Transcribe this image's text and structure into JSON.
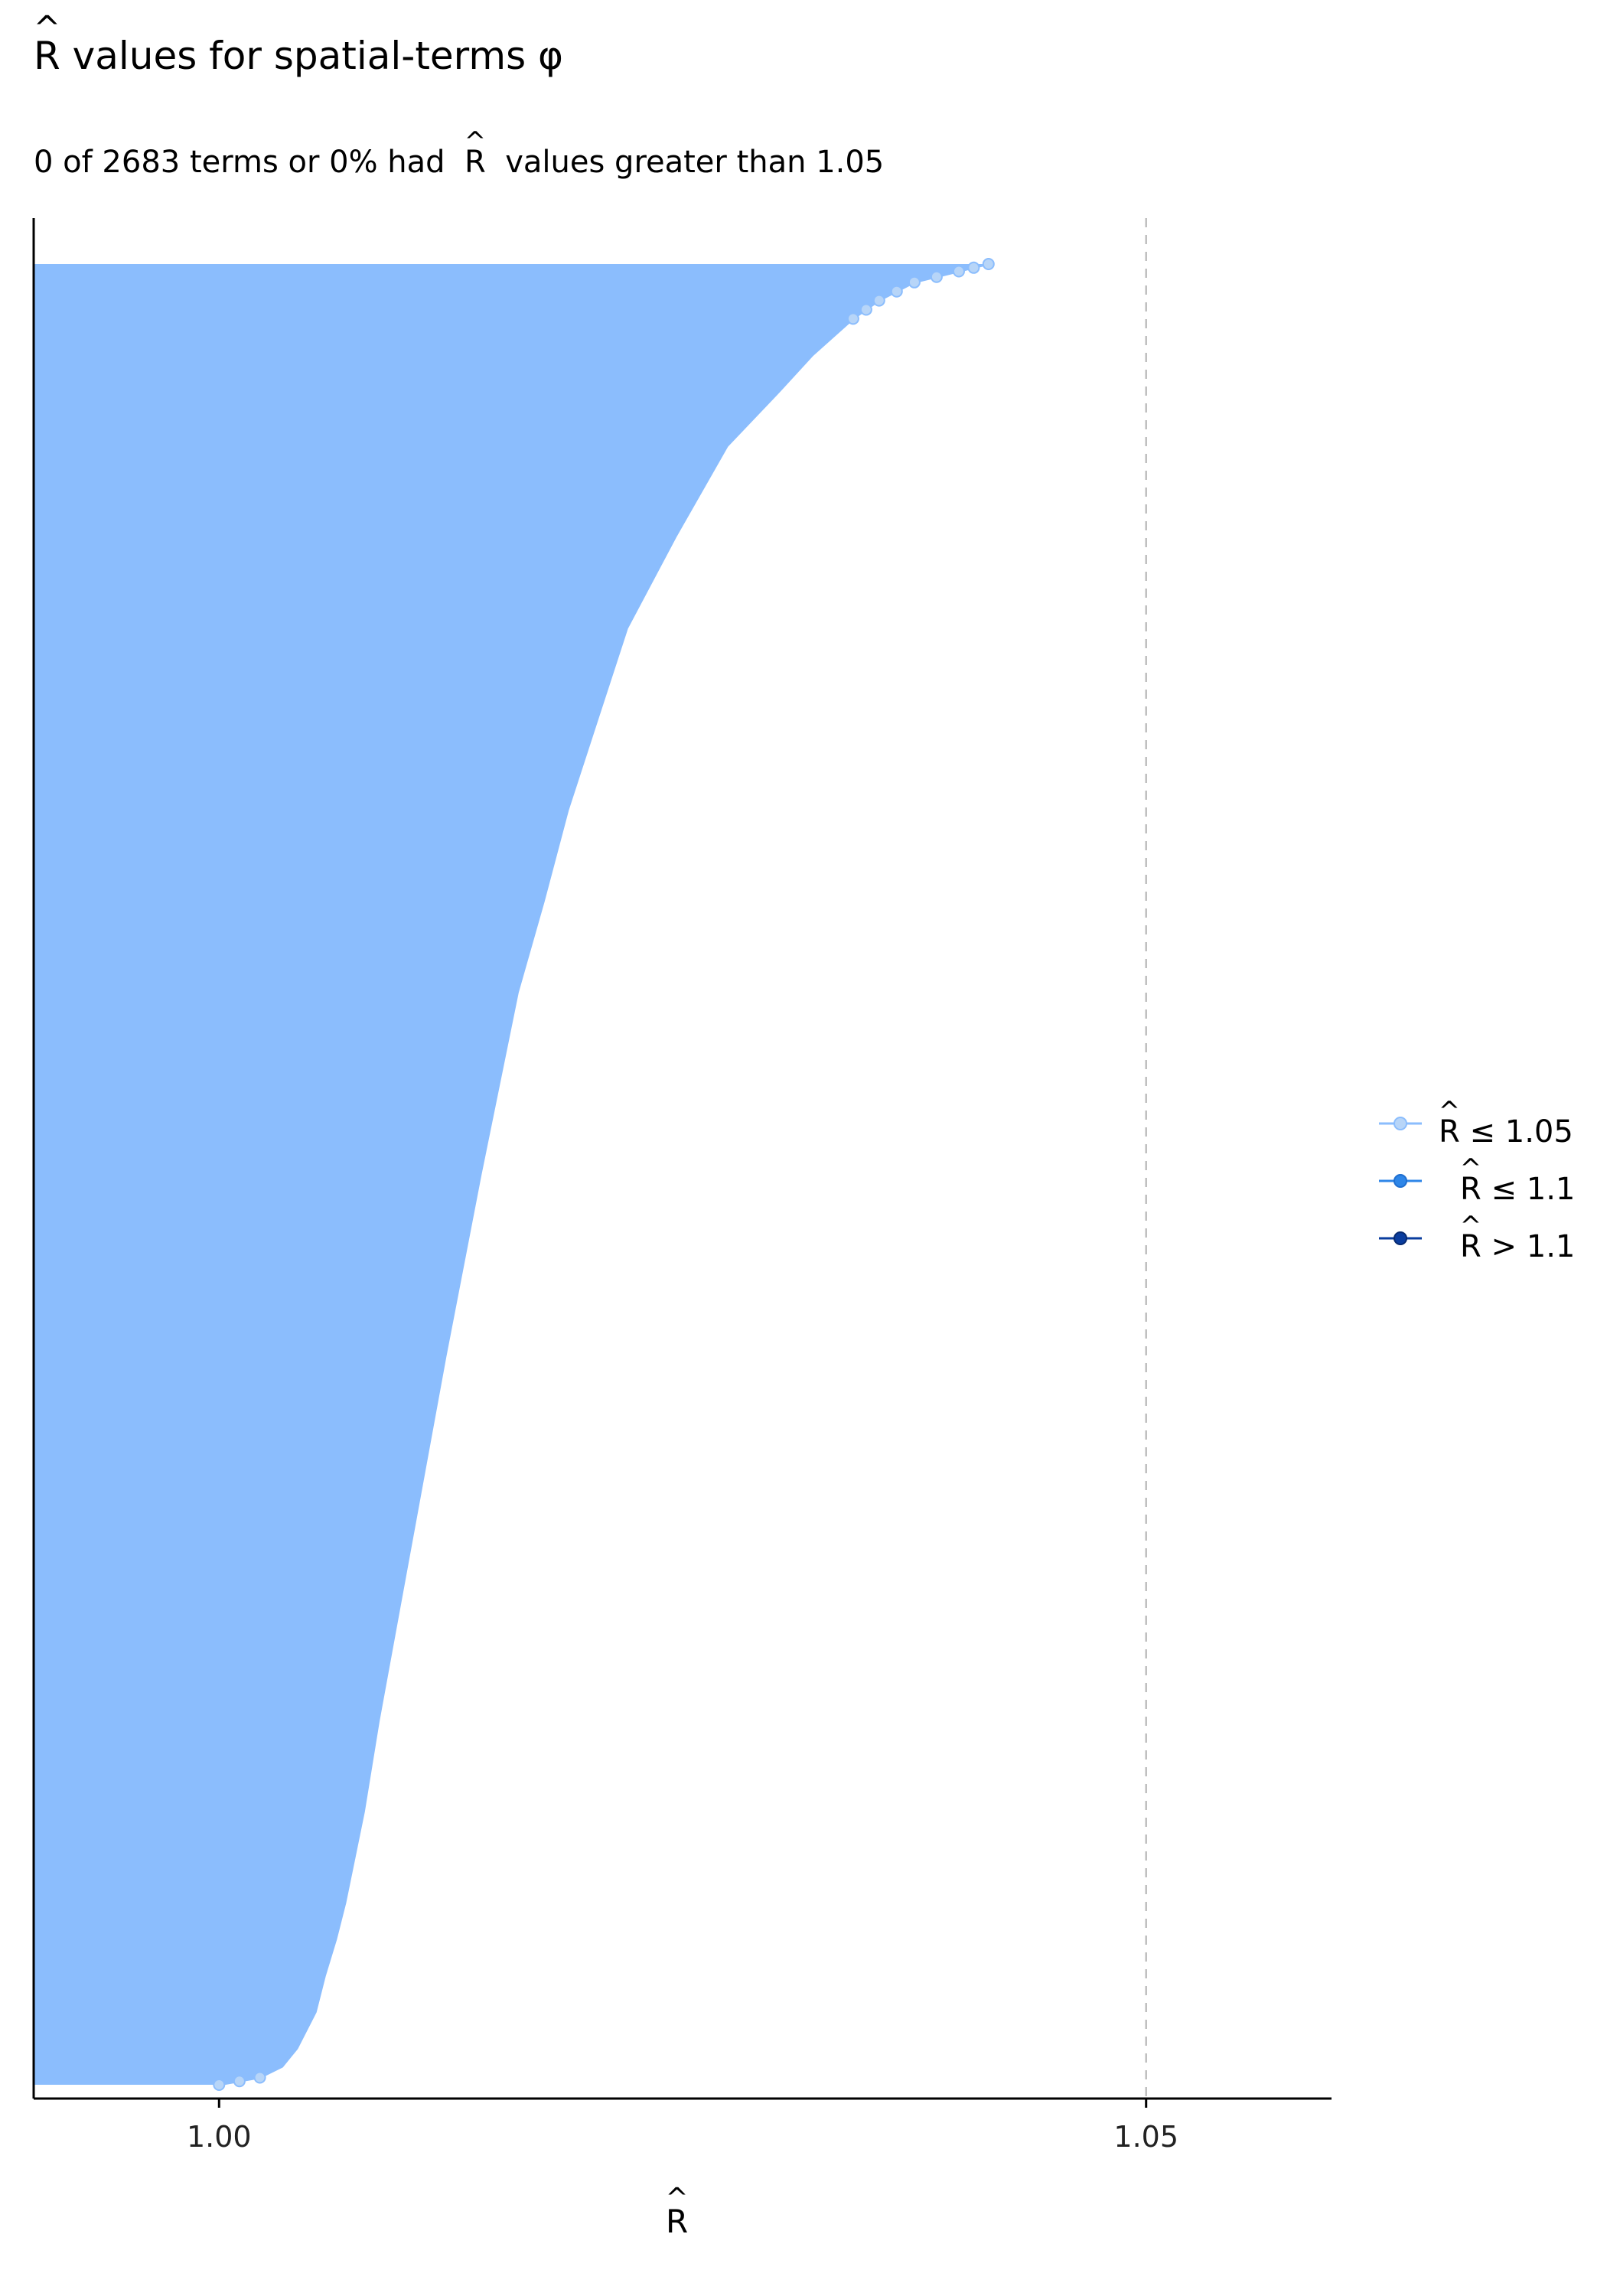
{
  "title": {
    "rhat": "R",
    "hat": "^",
    "text": "values for spatial-terms φ"
  },
  "subtitle": {
    "before": "0 of 2683 terms or 0% had",
    "rhat": "R",
    "hat": "^",
    "after": "values greater than 1.05"
  },
  "xaxis_label": {
    "rhat": "R",
    "hat": "^"
  },
  "legend": {
    "items": [
      {
        "rhat": "R",
        "hat": "^",
        "label": "≤ 1.05",
        "color": "#b7d5f8",
        "line_color": "#8bbdfd"
      },
      {
        "rhat": "R",
        "hat": "^",
        "label": "≤ 1.1",
        "color": "#2e86e8",
        "line_color": "#2e86e8"
      },
      {
        "rhat": "R",
        "hat": "^",
        "label": "> 1.1",
        "color": "#0a3d9e",
        "line_color": "#0a3d9e"
      }
    ]
  },
  "colors": {
    "fill": "#8bbdfd",
    "point": "#b7d5f8",
    "point_edge": "#8bbdfd",
    "reference_line": "#bfbfbf",
    "axis": "#000000"
  },
  "chart_data": {
    "type": "area",
    "n_terms": 2683,
    "xlim": [
      0.99,
      1.06
    ],
    "xticks": [
      1.0,
      1.05
    ],
    "xtick_labels": [
      "1.00",
      "1.05"
    ],
    "reference_line": 1.05,
    "grid": false,
    "legend_position": "right",
    "sorted_rhat_profile": {
      "rank_fraction": [
        0.0,
        0.004,
        0.01,
        0.02,
        0.04,
        0.06,
        0.08,
        0.1,
        0.15,
        0.2,
        0.3,
        0.4,
        0.5,
        0.6,
        0.65,
        0.7,
        0.75,
        0.8,
        0.85,
        0.9,
        0.93,
        0.95,
        0.97,
        0.98,
        0.99,
        0.995,
        1.0
      ],
      "rhat": [
        1.0,
        1.0022,
        1.0034,
        1.0042,
        1.0052,
        1.0057,
        1.0063,
        1.0068,
        1.0078,
        1.0086,
        1.0104,
        1.0122,
        1.0141,
        1.0161,
        1.0175,
        1.0188,
        1.0204,
        1.022,
        1.0246,
        1.0274,
        1.0302,
        1.032,
        1.0342,
        1.0356,
        1.0375,
        1.0395,
        1.0415
      ]
    }
  }
}
